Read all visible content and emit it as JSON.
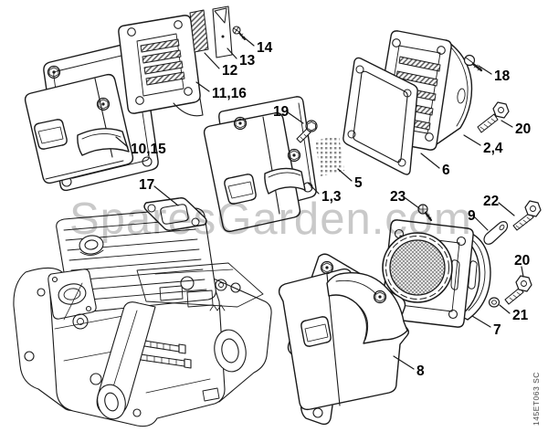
{
  "watermark": "SparesGarden.com",
  "doc_code": "145ET063 SC",
  "labels": [
    {
      "text": "10,15"
    },
    {
      "text": "11,16"
    },
    {
      "text": "12"
    },
    {
      "text": "13"
    },
    {
      "text": "14"
    },
    {
      "text": "19"
    },
    {
      "text": "5"
    },
    {
      "text": "1,3"
    },
    {
      "text": "6"
    },
    {
      "text": "2,4"
    },
    {
      "text": "18"
    },
    {
      "text": "20"
    },
    {
      "text": "17"
    },
    {
      "text": "23"
    },
    {
      "text": "9"
    },
    {
      "text": "22"
    },
    {
      "text": "20"
    },
    {
      "text": "21"
    },
    {
      "text": "7"
    },
    {
      "text": "8"
    }
  ],
  "colors": {
    "line": "#1a1a1a",
    "watermark": "#c9c9c9",
    "background": "#ffffff"
  }
}
